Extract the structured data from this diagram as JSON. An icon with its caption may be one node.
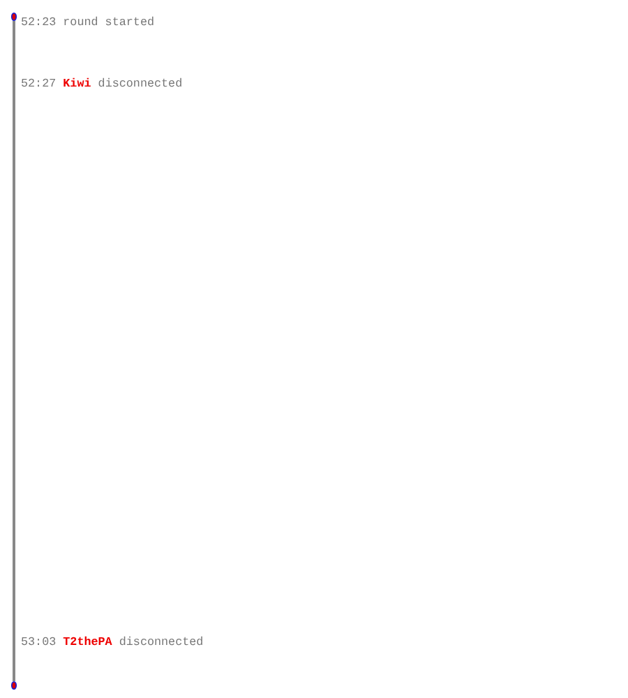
{
  "diagram": {
    "nodes": [
      {
        "text": [],
        "shape": "circle"
      },
      {
        "text": [],
        "shape": "circle"
      }
    ],
    "edges": [
      {
        "from": 0,
        "to": 1,
        "arrow": "none"
      }
    ],
    "labels": [
      "52:23 round started",
      "52:27 **Kiwi** disconnected",
      "53:03 **T2thePA** disconnected"
    ]
  }
}
